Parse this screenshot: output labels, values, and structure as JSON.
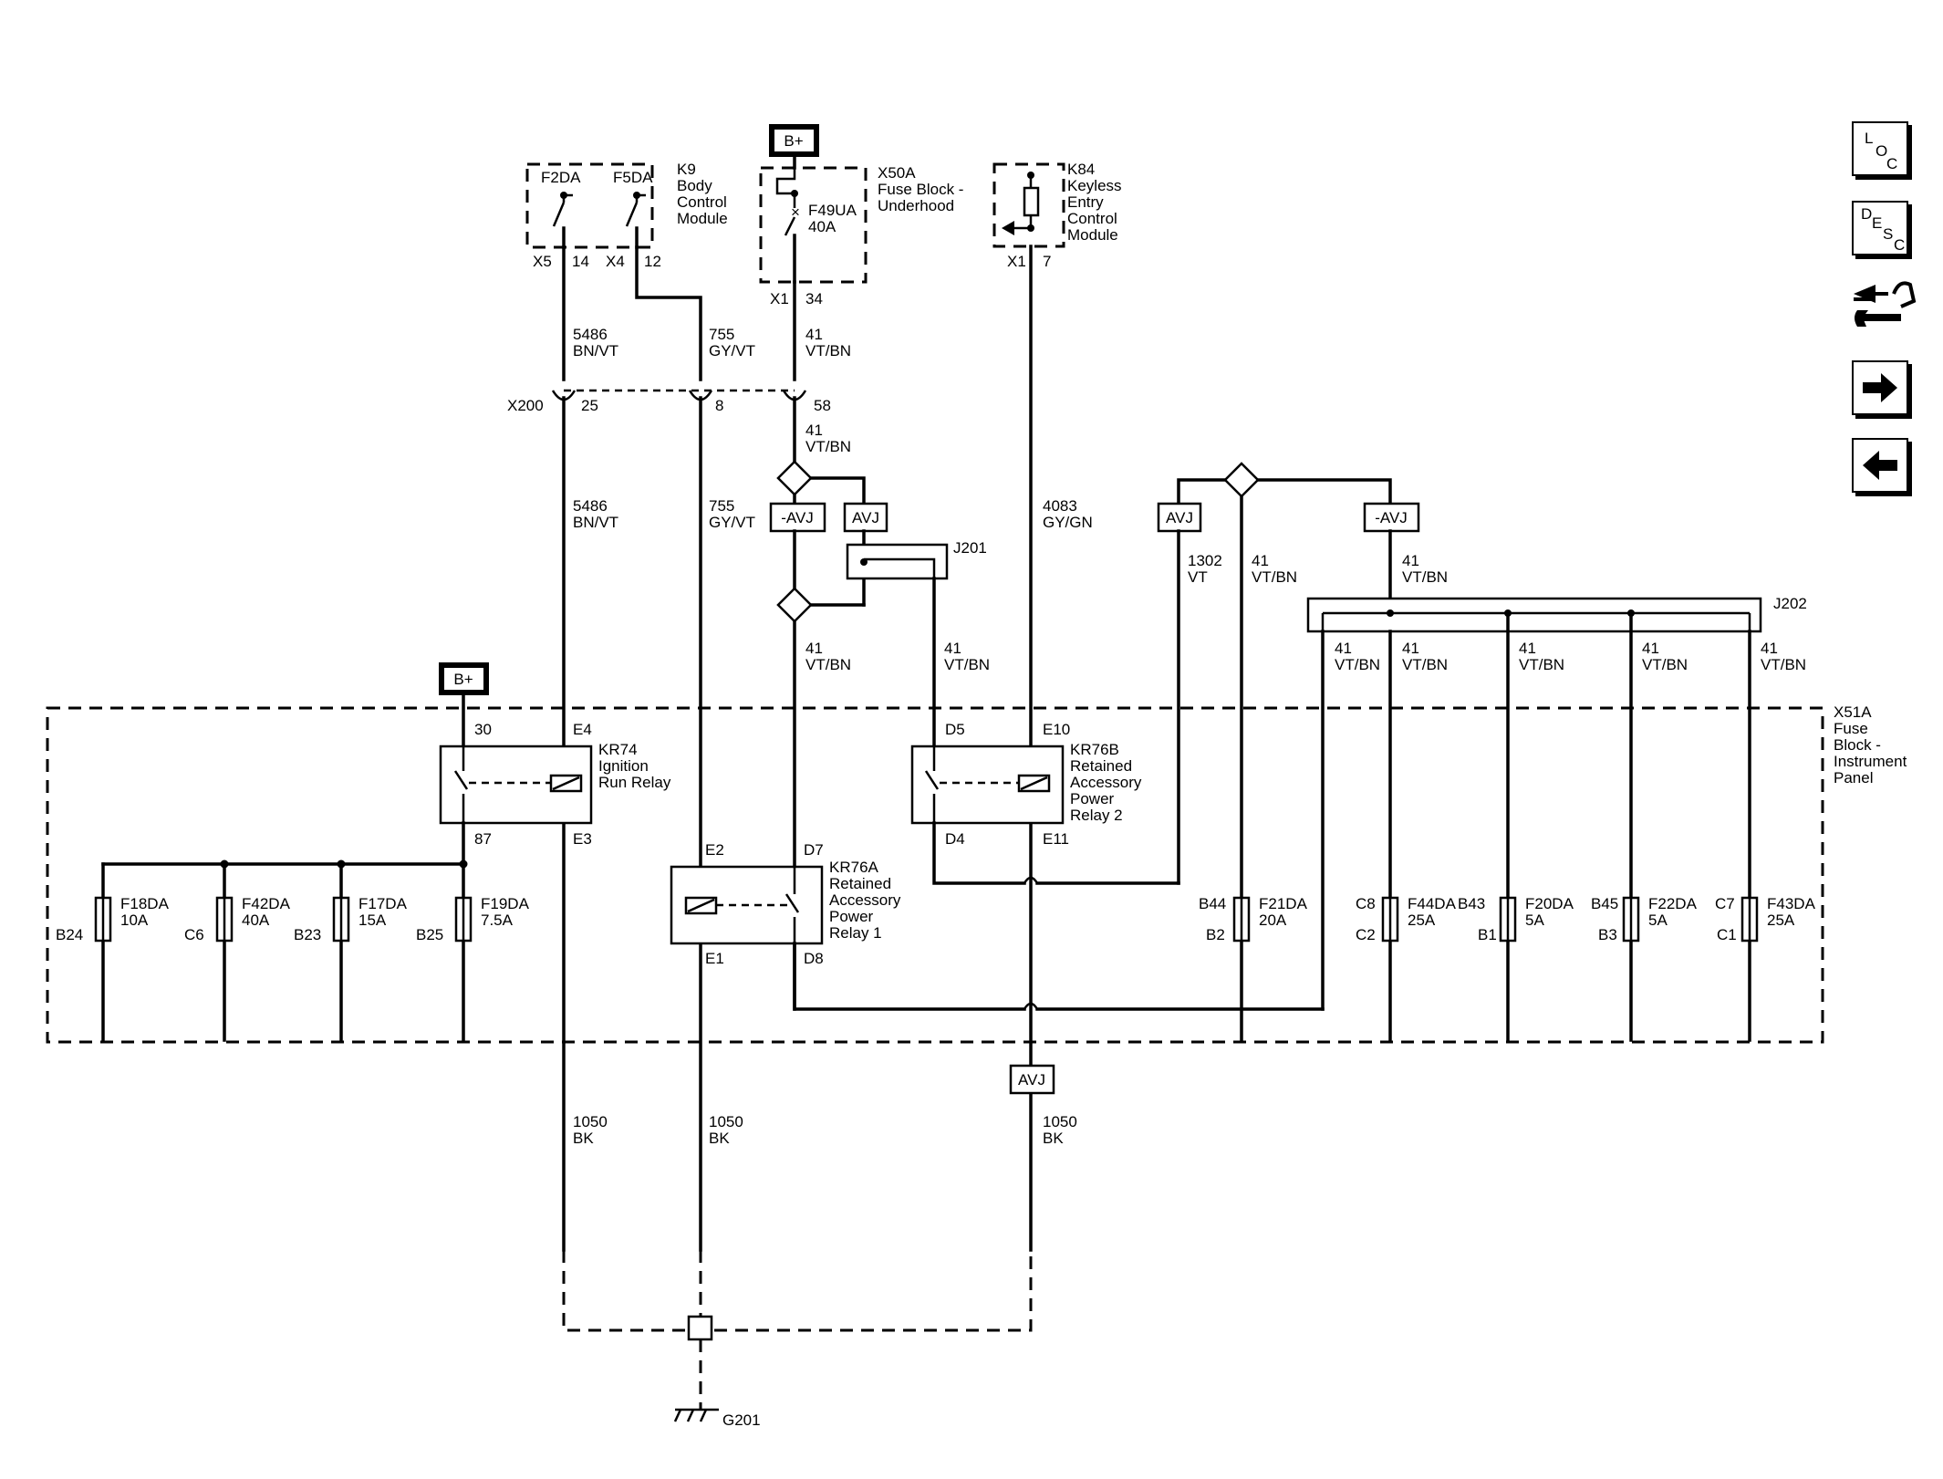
{
  "nav": {
    "loc": {
      "l1": "L",
      "l2": "O",
      "l3": "C"
    },
    "desc": {
      "l1": "D",
      "l2": "E",
      "l3": "S",
      "l4": "C"
    }
  },
  "supply": {
    "label": "B+"
  },
  "modules": {
    "k9": {
      "id": "K9",
      "line1": "Body",
      "line2": "Control",
      "line3": "Module",
      "fuse_a": "F2DA",
      "fuse_b": "F5DA",
      "conn_a": "X5",
      "pin_a": "14",
      "conn_b": "X4",
      "pin_b": "12"
    },
    "x50a": {
      "id": "X50A",
      "line1": "Fuse Block -",
      "line2": "Underhood",
      "fuse": "F49UA",
      "rating": "40A",
      "conn": "X1",
      "pin": "34"
    },
    "k84": {
      "id": "K84",
      "line1": "Keyless",
      "line2": "Entry",
      "line3": "Control",
      "line4": "Module",
      "conn": "X1",
      "pin": "7"
    },
    "x51a": {
      "id": "X51A",
      "line1": "Fuse",
      "line2": "Block -",
      "line3": "Instrument",
      "line4": "Panel"
    }
  },
  "connector_x200": {
    "id": "X200",
    "pin_1": "25",
    "pin_2": "8",
    "pin_3": "58"
  },
  "wires": {
    "w5486": {
      "n": "5486",
      "c": "BN/VT"
    },
    "w755": {
      "n": "755",
      "c": "GY/VT"
    },
    "w41": {
      "n": "41",
      "c": "VT/BN"
    },
    "w4083": {
      "n": "4083",
      "c": "GY/GN"
    },
    "w1302": {
      "n": "1302",
      "c": "VT"
    },
    "w1050": {
      "n": "1050",
      "c": "BK"
    }
  },
  "options": {
    "avj": "AVJ",
    "not_avj": "-AVJ"
  },
  "splices": {
    "j201": "J201",
    "j202": "J202"
  },
  "ground": {
    "id": "G201"
  },
  "relays": {
    "kr74": {
      "id": "KR74",
      "line1": "Ignition",
      "line2": "Run Relay",
      "p_top": "30",
      "p_coil_top": "E4",
      "p_bottom": "87",
      "p_coil_bottom": "E3"
    },
    "kr76b": {
      "id": "KR76B",
      "line1": "Retained",
      "line2": "Accessory",
      "line3": "Power",
      "line4": "Relay 2",
      "p_top": "D5",
      "p_coil_top": "E10",
      "p_bottom": "D4",
      "p_coil_bottom": "E11"
    },
    "kr76a": {
      "id": "KR76A",
      "line1": "Retained",
      "line2": "Accessory",
      "line3": "Power",
      "line4": "Relay 1",
      "p_coil_top": "E2",
      "p_top": "D7",
      "p_coil_bottom": "E1",
      "p_bottom": "D8"
    }
  },
  "fuses": [
    {
      "name": "F18DA",
      "rating": "10A",
      "cavity": "B24"
    },
    {
      "name": "F42DA",
      "rating": "40A",
      "cavity": "C6"
    },
    {
      "name": "F17DA",
      "rating": "15A",
      "cavity": "B23"
    },
    {
      "name": "F19DA",
      "rating": "7.5A",
      "cavity": "B25"
    },
    {
      "name": "F21DA",
      "rating": "20A",
      "cavity_top": "B44",
      "cavity": "B2"
    },
    {
      "name": "F44DA",
      "rating": "25A",
      "cavity_top": "C8",
      "cavity": "C2"
    },
    {
      "name": "F20DA",
      "rating": "5A",
      "cavity_top": "B43",
      "cavity": "B1"
    },
    {
      "name": "F22DA",
      "rating": "5A",
      "cavity_top": "B45",
      "cavity": "B3"
    },
    {
      "name": "F43DA",
      "rating": "25A",
      "cavity_top": "C7",
      "cavity": "C1"
    }
  ]
}
